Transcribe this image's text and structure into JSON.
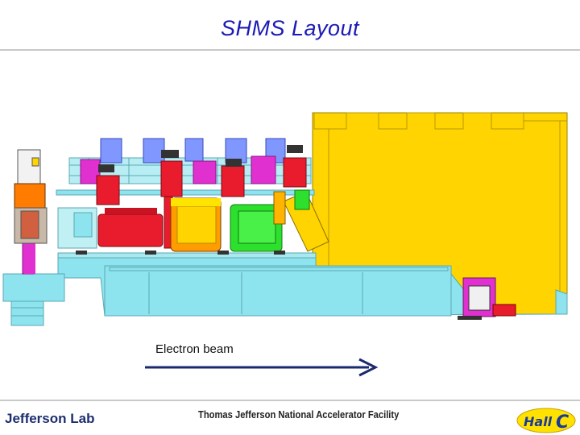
{
  "slide": {
    "title": "SHMS Layout",
    "beam_label": "Electron beam",
    "footer_org": "Thomas Jefferson National Accelerator Facility",
    "footer_logo_text": "Jefferson Lab",
    "corner_logo_text": "Hall C"
  },
  "colors": {
    "title": "#1a1ab8",
    "cyan_platform": "#8ee4ee",
    "yellow_hut": "#ffd400",
    "magenta": "#e030d0",
    "red": "#e81c2c",
    "blue": "#7f97ff",
    "green": "#2ee02e",
    "arrow": "#1a2a6e"
  }
}
